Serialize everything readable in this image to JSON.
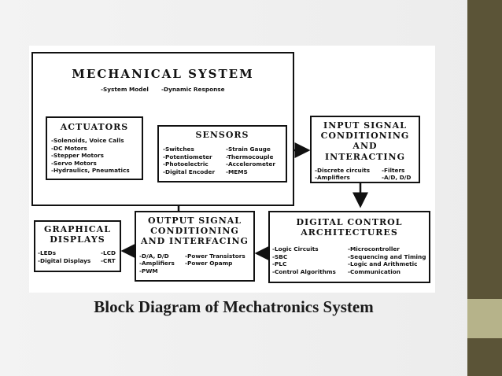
{
  "mechanical": {
    "title": "MECHANICAL SYSTEM",
    "sub": [
      "-System Model",
      "-Dynamic Response"
    ]
  },
  "actuators": {
    "title": "ACTUATORS",
    "items": [
      "-Solenoids, Voice Calls",
      "-DC Motors",
      "-Stepper Motors",
      "-Servo Motors",
      "-Hydraulics, Pneumatics"
    ]
  },
  "sensors": {
    "title": "SENSORS",
    "col1": [
      "-Switches",
      "-Potentiometer",
      "-Photoelectric",
      "-Digital Encoder"
    ],
    "col2": [
      "-Strain Gauge",
      "-Thermocouple",
      "-Accelerometer",
      "-MEMS"
    ]
  },
  "input": {
    "title": [
      "INPUT SIGNAL",
      "CONDITIONING",
      "AND INTERACTING"
    ],
    "col1": [
      "-Discrete circuits",
      "-Amplifiers"
    ],
    "col2": [
      "-Filters",
      "-A/D, D/D"
    ]
  },
  "digital": {
    "title": [
      "DIGITAL CONTROL",
      "ARCHITECTURES"
    ],
    "col1": [
      "-Logic Circuits",
      "-SBC",
      "-PLC",
      "-Control Algorithms"
    ],
    "col2": [
      "-Microcontroller",
      "-Sequencing and Timing",
      "-Logic and Arithmetic",
      "-Communication"
    ]
  },
  "output": {
    "title": [
      "OUTPUT SIGNAL",
      "CONDITIONING",
      "AND INTERFACING"
    ],
    "col1": [
      "-D/A, D/D",
      "-Amplifiers",
      "-PWM"
    ],
    "col2": [
      "-Power Transistors",
      "-Power Opamp"
    ]
  },
  "graphical": {
    "title": [
      "GRAPHICAL",
      "DISPLAYS"
    ],
    "col1": [
      "-LEDs",
      "-Digital Displays"
    ],
    "col2": [
      "-LCD",
      "-CRT"
    ]
  },
  "caption": "Block Diagram of Mechatronics System",
  "colors": {
    "stripe_dark": "#5b5437",
    "stripe_light": "#b6b38a",
    "ink": "#111111"
  }
}
